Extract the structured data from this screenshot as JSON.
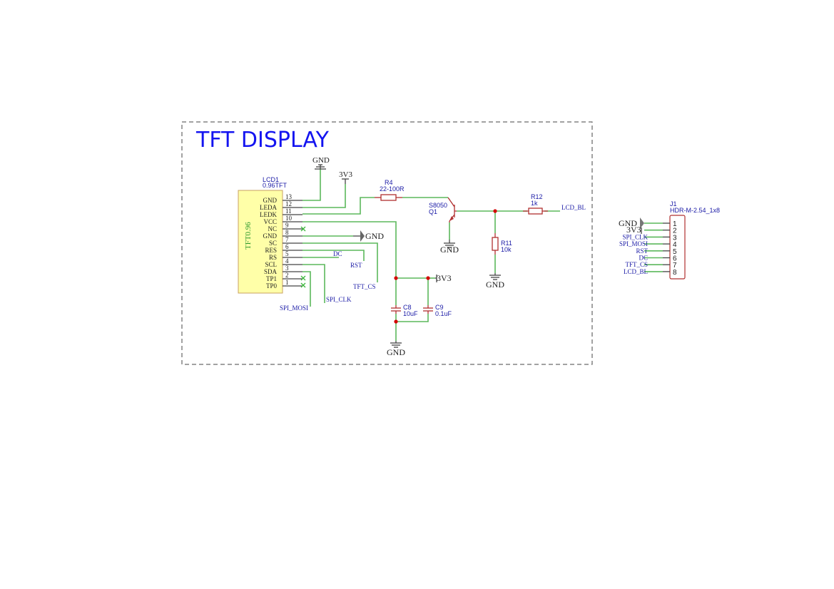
{
  "title": "TFT DISPLAY",
  "colors": {
    "wire": "#5cb85c",
    "component": "#b03030",
    "net_label": "#1a1aa6",
    "title": "#1414f0",
    "lcd_body": "#ffffa8",
    "junction": "#d40000"
  },
  "lcd": {
    "ref": "LCD1",
    "value": "0.96TFT",
    "body_label": "TFT0.96",
    "pins": [
      {
        "num": "13",
        "name": "GND"
      },
      {
        "num": "12",
        "name": "LEDA"
      },
      {
        "num": "11",
        "name": "LEDK"
      },
      {
        "num": "10",
        "name": "VCC"
      },
      {
        "num": "9",
        "name": "NC"
      },
      {
        "num": "8",
        "name": "GND"
      },
      {
        "num": "7",
        "name": "SC"
      },
      {
        "num": "6",
        "name": "RES"
      },
      {
        "num": "5",
        "name": "RS"
      },
      {
        "num": "4",
        "name": "SCL"
      },
      {
        "num": "3",
        "name": "SDA"
      },
      {
        "num": "2",
        "name": "TP1"
      },
      {
        "num": "1",
        "name": "TP0"
      }
    ]
  },
  "r4": {
    "ref": "R4",
    "value": "22-100R"
  },
  "q1": {
    "ref": "Q1",
    "value": "S8050"
  },
  "r12": {
    "ref": "R12",
    "value": "1k"
  },
  "r11": {
    "ref": "R11",
    "value": "10k"
  },
  "c8": {
    "ref": "C8",
    "value": "10uF"
  },
  "c9": {
    "ref": "C9",
    "value": "0.1uF"
  },
  "power": {
    "gnd": "GND",
    "v33": "3V3"
  },
  "net_labels": {
    "lcd_bl": "LCD_BL",
    "dc": "DC",
    "rst": "RST",
    "tft_cs": "TFT_CS",
    "spi_clk": "SPI_CLK",
    "spi_mosi": "SPI_MOSI"
  },
  "j1": {
    "ref": "J1",
    "value": "HDR-M-2.54_1x8",
    "pins": [
      {
        "num": "1",
        "net": "GND"
      },
      {
        "num": "2",
        "net": "3V3"
      },
      {
        "num": "3",
        "net": "SPI_CLK"
      },
      {
        "num": "4",
        "net": "SPI_MOSI"
      },
      {
        "num": "5",
        "net": "RST"
      },
      {
        "num": "6",
        "net": "DC"
      },
      {
        "num": "7",
        "net": "TFT_CS"
      },
      {
        "num": "8",
        "net": "LCD_BL"
      }
    ]
  }
}
